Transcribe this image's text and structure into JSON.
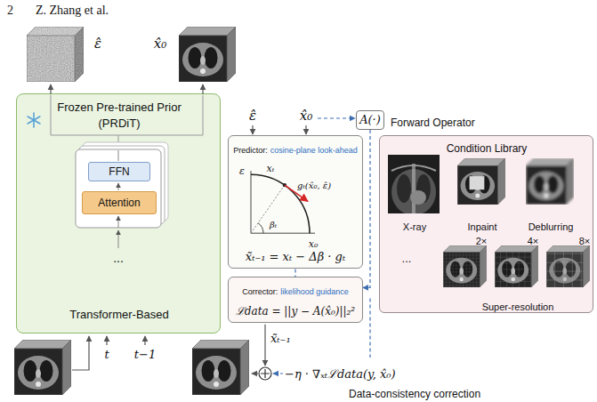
{
  "diagram": {
    "nodes": [
      {
        "text": [
          "Frozen Pre-trained Prior (PRDiT)",
          "Transformer-Based"
        ]
      },
      {
        "text": [
          "FFN"
        ],
        "in": 0
      },
      {
        "text": [
          "Attention"
        ],
        "in": 0
      },
      {
        "text": [
          "Predictor:",
          "cosine-plane look-ahead",
          "x̃ₜ₋₁ = xₜ − Δβ · gₜ"
        ]
      },
      {
        "text": [
          "Corrector:",
          "likelihood guidance",
          "ℒdata = ||y − A(x̂₀)||₂²"
        ]
      },
      {
        "text": [
          "A(·)",
          "Forward Operator"
        ]
      },
      {
        "text": [
          "Condition Library",
          "X-ray",
          "Inpaint",
          "Deblurring",
          "...",
          "2×",
          "4×",
          "8×",
          "Super-resolution"
        ]
      }
    ],
    "edges": [
      {
        "from": 3,
        "to": 4,
        "arrow": "none"
      },
      {
        "from": 5,
        "to": 4,
        "arrow": "to"
      }
    ],
    "labels": [
      "2",
      "Z. Zhang et al.",
      "ε̂",
      "x̂₀",
      "...",
      "t",
      "t−1",
      "ε̂",
      "x̂₀",
      "ε",
      "xₜ",
      "gₜ(x̂₀, ε̂)",
      "βₜ",
      "x₀",
      "x̃ₜ₋₁",
      "−η · ∇ₓₜℒdata(y, x̂₀)",
      "Data-consistency correction"
    ]
  }
}
